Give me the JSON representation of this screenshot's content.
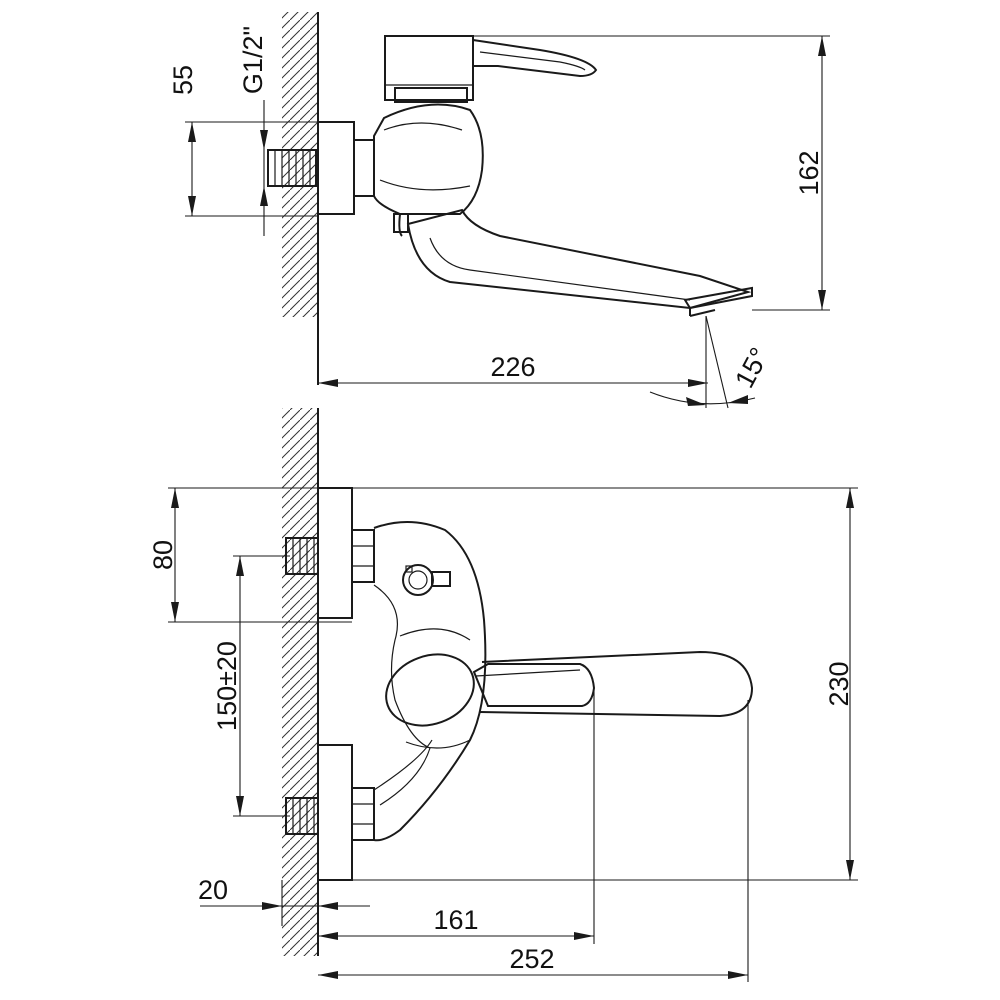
{
  "dimensions": {
    "top_view": {
      "spacing_55": "55",
      "thread": "G1/2\"",
      "height_162": "162",
      "reach_226": "226",
      "angle_15": "15°"
    },
    "front_view": {
      "height_80": "80",
      "spacing_150": "150±20",
      "height_230": "230",
      "depth_20": "20",
      "reach_161": "161",
      "reach_252": "252"
    }
  }
}
